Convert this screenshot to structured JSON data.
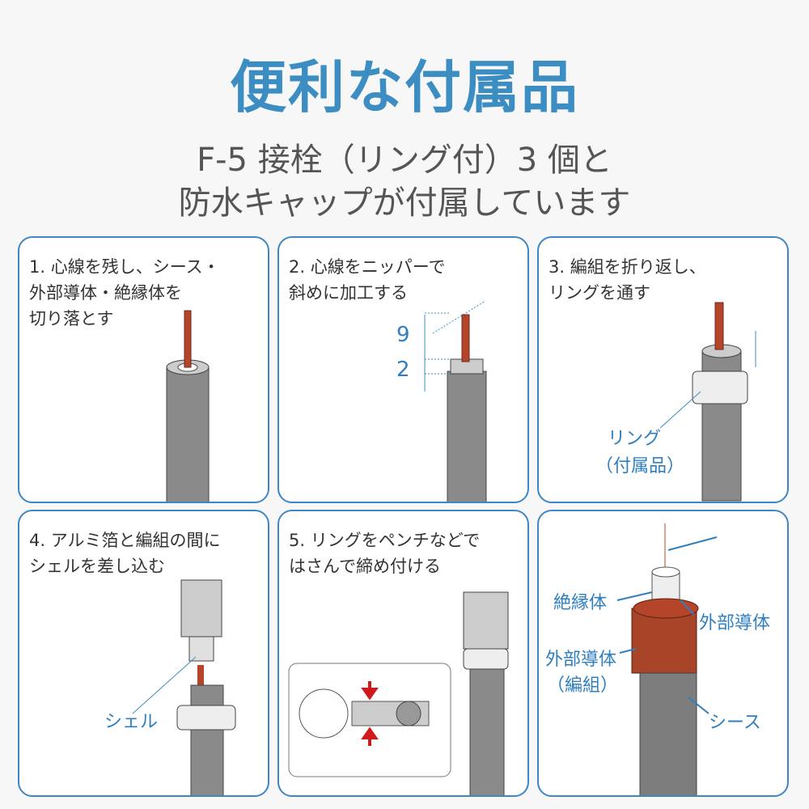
{
  "title": "便利な付属品",
  "subtitle_line1": "F-5 接栓（リング付）3 個と",
  "subtitle_line2": "防水キャップが付属しています",
  "steps": [
    {
      "text": "1. 心線を残し、シース・\n外部導体・絶縁体を\n切り落とす"
    },
    {
      "text": "2. 心線をニッパーで\n斜めに加工する",
      "dim_top": "9",
      "dim_bottom": "2"
    },
    {
      "text": "3. 編組を折り返し、\nリングを通す",
      "label_line1": "リング",
      "label_line2": "（付属品）"
    },
    {
      "text": "4. アルミ箔と編組の間に\nシェルを差し込む",
      "label": "シェル"
    },
    {
      "text": "5. リングをペンチなどで\nはさんで締め付ける"
    }
  ],
  "anatomy": {
    "insulator": "絶縁体",
    "outer_conductor": "外部導体",
    "braid_line1": "外部導体",
    "braid_line2": "（編組）",
    "sheath": "シース"
  },
  "colors": {
    "accent": "#3c8dc2",
    "core": "#b5452a",
    "sheath": "#8a8a8a"
  }
}
